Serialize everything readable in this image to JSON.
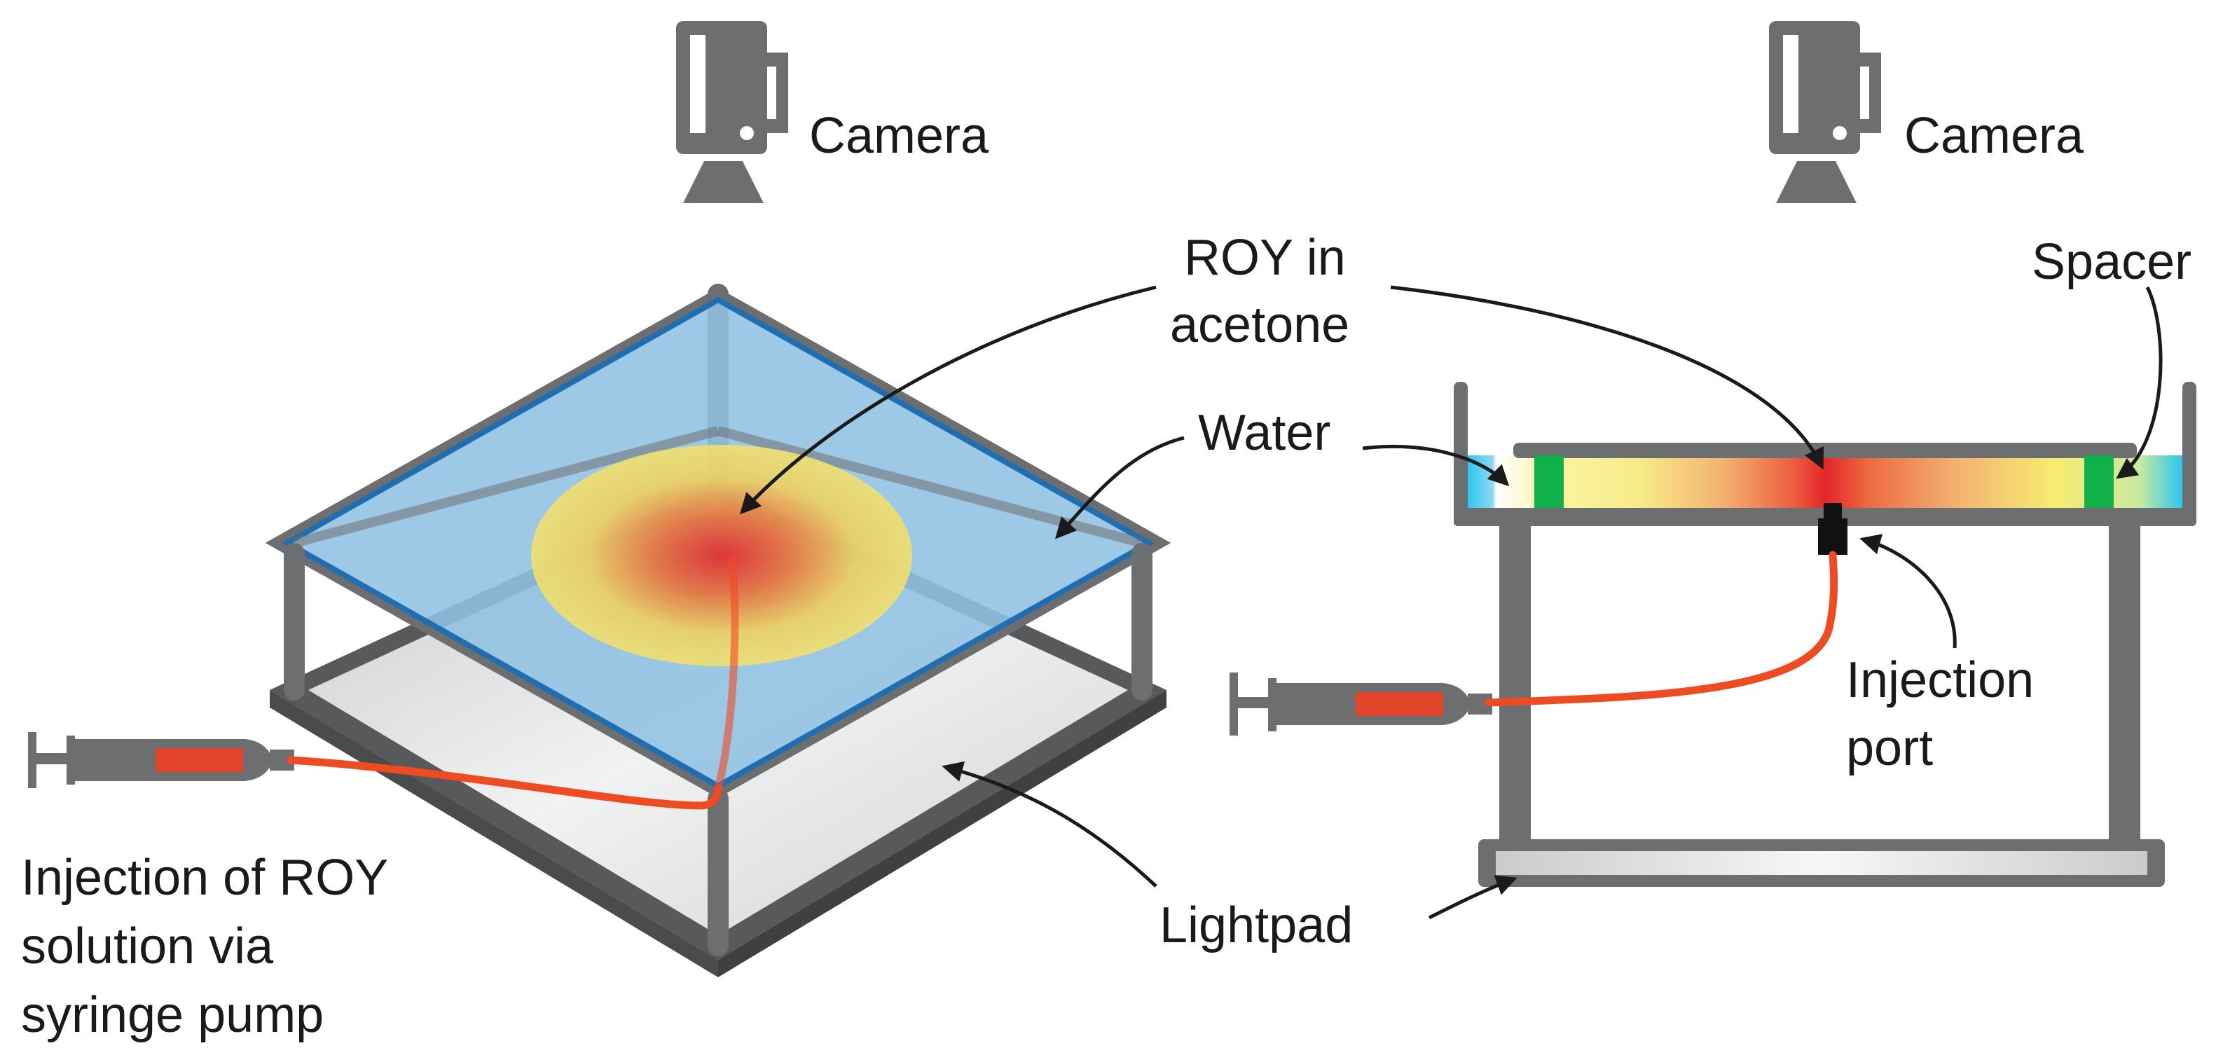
{
  "labels": {
    "camera_left": "Camera",
    "camera_right": "Camera",
    "roy_line1": "ROY in",
    "roy_line2": "acetone",
    "water": "Water",
    "spacer": "Spacer",
    "injection_line1": "Injection of ROY",
    "injection_line2": "solution via",
    "injection_line3": "syringe pump",
    "port_line1": "Injection",
    "port_line2": "port",
    "lightpad": "Lightpad"
  },
  "colors": {
    "frame": "#6d6e70",
    "water_glass": "#8fc1e3",
    "glass_edge": "#1f6fb0",
    "roy_center": "#e3262b",
    "roy_outer": "#f0e070",
    "spacer": "#10b04a",
    "tubing": "#ef4b23",
    "water_side": "#2cc6ee",
    "lightpad": "#d9dbdd",
    "syringe_fill": "#e2452a"
  }
}
